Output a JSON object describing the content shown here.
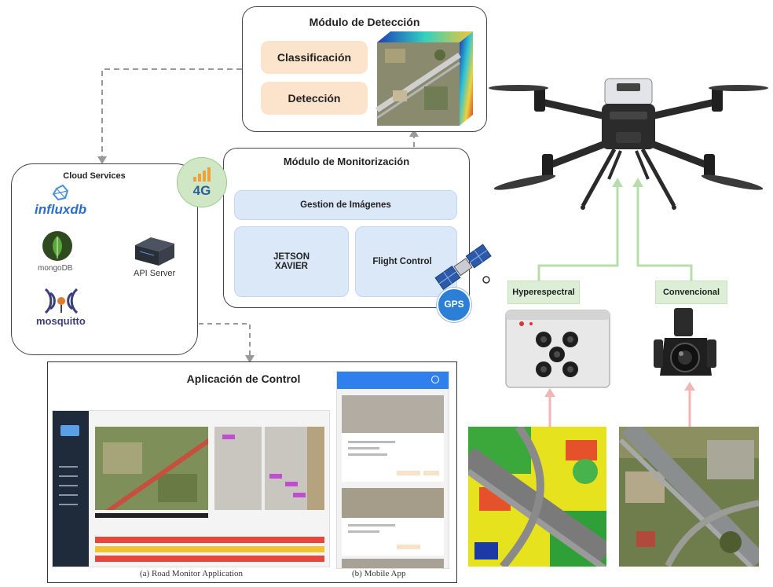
{
  "detection_module": {
    "title": "Módulo de Detección",
    "classification": "Classificación",
    "detection": "Detección"
  },
  "monitoring_module": {
    "title": "Módulo de Monitorización",
    "image_management": "Gestion de Imágenes",
    "jetson_line1": "JETSON",
    "jetson_line2": "XAVIER",
    "flight_control": "Flight Control",
    "gps_label": "GPS"
  },
  "cloud_services": {
    "title": "Cloud Services",
    "influxdb": "influxdb",
    "mongodb": "mongoDB",
    "mosquitto": "mosquitto",
    "api_server": "API Server"
  },
  "network_badge": "4G",
  "control_app": {
    "title": "Aplicación de Control",
    "caption_a": "(a) Road Monitor Application",
    "caption_b": "(b) Mobile App"
  },
  "cameras": {
    "hyperspectral": "Hyperespectral",
    "conventional": "Convencional"
  },
  "colors": {
    "orange_box": "#fbe3cc",
    "blue_box": "#dbe8f8",
    "green_box": "#dcefd6",
    "badge_green": "#cfe7c4",
    "gps_blue": "#2b7fd6",
    "mobile_header": "#2f80ed",
    "alert_red": "#e8453c",
    "alert_yellow": "#f2c230"
  }
}
